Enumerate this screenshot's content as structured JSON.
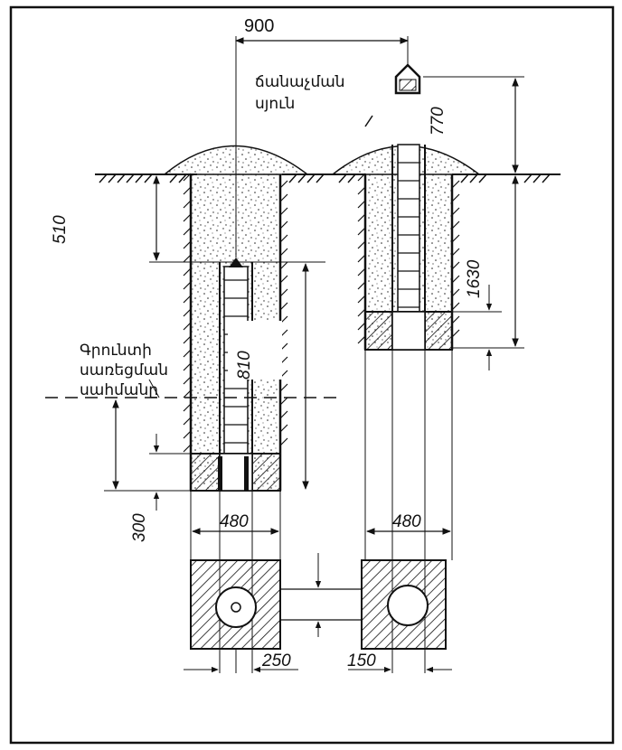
{
  "labels": {
    "marker_name_line1": "ճանաչման",
    "marker_name_line2": "սյուն",
    "frost_line1": "Գրունտի",
    "frost_line2": "սառեցման",
    "frost_line3": "սահմանը"
  },
  "dimensions": {
    "spacing": "900",
    "marker_height": "770",
    "depth_left": "510",
    "depth_right": "1630",
    "pipe_length": "810",
    "base_height": "300",
    "width_left": "480",
    "width_right": "480",
    "offset_left": "250",
    "offset_right": "150"
  },
  "icons": {
    "marker_post": "marker-post-icon",
    "hatching": "soil-hatching",
    "fill": "sand-stipple"
  }
}
